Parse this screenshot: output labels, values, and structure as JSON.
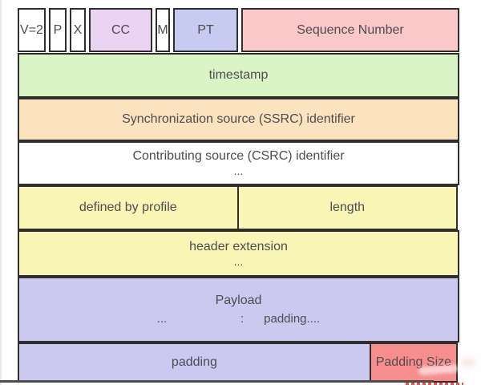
{
  "colors": {
    "border": "#2e2e2e",
    "text": "#4f4b51",
    "white": "#ffffff",
    "lilac": "#ebd3f4",
    "periwinkle": "#c7cbf2",
    "pink": "#fac8c8",
    "green": "#dbf4c5",
    "peach": "#fce3c0",
    "yellow": "#f9f6b5",
    "lavender": "#cbc9f0",
    "red": "#f78e8e",
    "bottom_bar": "#4d4d4d",
    "red_dots": "#e4544f"
  },
  "rows": [
    {
      "cells": [
        {
          "label": "V=2"
        },
        {
          "label": "P"
        },
        {
          "label": "X"
        },
        {
          "label": "CC"
        },
        {
          "label": "M"
        },
        {
          "label": "PT"
        },
        {
          "label": "Sequence Number"
        }
      ]
    },
    {
      "cells": [
        {
          "label": "timestamp"
        }
      ]
    },
    {
      "cells": [
        {
          "label": "Synchronization source (SSRC) identifier"
        }
      ]
    },
    {
      "cells": [
        {
          "label": "Contributing source (CSRC) identifier",
          "sub": "..."
        }
      ]
    },
    {
      "cells": [
        {
          "label": "defined by profile"
        },
        {
          "label": "length"
        }
      ]
    },
    {
      "cells": [
        {
          "label": "header extension",
          "sub": "..."
        }
      ]
    },
    {
      "cells": [
        {
          "label": "Payload",
          "sub": "...                      :      padding...."
        }
      ]
    },
    {
      "cells": [
        {
          "label": "padding"
        },
        {
          "label": "Padding Size"
        }
      ]
    }
  ]
}
